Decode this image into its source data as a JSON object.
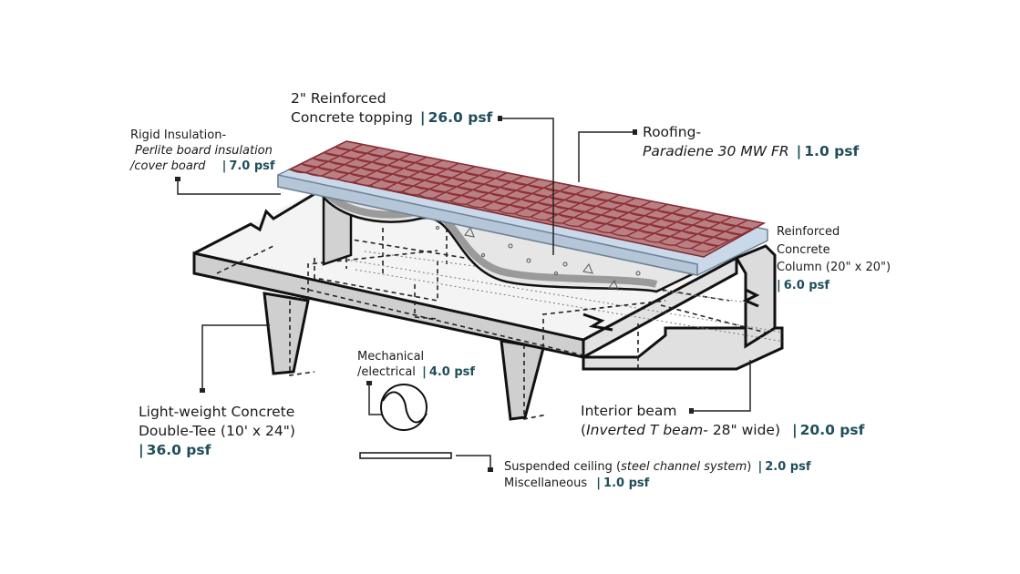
{
  "labels": {
    "topping": {
      "line1": "2\" Reinforced",
      "line2": "Concrete topping",
      "sep": "|",
      "value": "26.0 psf"
    },
    "insulation": {
      "line1": "Rigid Insulation-",
      "line2": "Perlite board insulation",
      "line3": "/cover board",
      "sep": "|",
      "value": "7.0 psf"
    },
    "roofing": {
      "line1": "Roofing-",
      "product": "Paradiene 30 MW FR",
      "sep": "|",
      "value": "1.0 psf"
    },
    "column": {
      "line1": "Reinforced",
      "line2": "Concrete",
      "line3": "Column (20\" x 20\")",
      "sep": "|",
      "value": "6.0 psf"
    },
    "double_tee": {
      "line1": "Light-weight Concrete",
      "line2": "Double-Tee (10' x 24\")",
      "sep": "|",
      "value": "36.0 psf"
    },
    "mechanical": {
      "line1": "Mechanical",
      "line2": "/electrical",
      "sep": "|",
      "value": "4.0 psf"
    },
    "interior_beam": {
      "line1": "Interior beam",
      "open": "(",
      "type": "Inverted T beam",
      "rest": "- 28\" wide)",
      "sep": "|",
      "value": "20.0 psf"
    },
    "ceiling": {
      "text": "Suspended ceiling (",
      "system": "steel channel system",
      "close": ")",
      "sep": "|",
      "value": "2.0 psf"
    },
    "misc": {
      "text": "Miscellaneous",
      "sep": "|",
      "value": "1.0 psf"
    }
  },
  "colors": {
    "roof_tile": "#8e2f35",
    "roof_tile_fill": "#b77a7e",
    "insulation": "#c9d9ea",
    "concrete": "#d4d4d4",
    "concrete_dark": "#bdbdbd",
    "outline": "#111111",
    "value_text": "#1f4e5a"
  }
}
